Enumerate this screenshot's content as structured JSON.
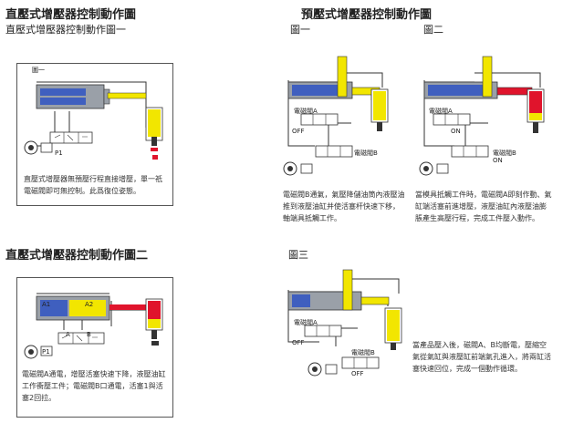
{
  "headings": {
    "left_top": "直壓式增壓器控制動作圖",
    "left_top_sub": "直壓式增壓器控制動作圖一",
    "left_bottom": "直壓式增壓器控制動作圖二",
    "right_top": "預壓式增壓器控制動作圖",
    "fig1": "圖一",
    "fig2": "圖二",
    "fig3": "圖三",
    "inner_fig1": "圖一"
  },
  "labels": {
    "p1": "P1",
    "p1b": "P1",
    "a1": "A1",
    "a2": "A2",
    "a": "A",
    "b": "B",
    "valve_a1": "電磁閥A",
    "valve_b1": "電磁閥B",
    "valve_a2": "電磁閥A",
    "valve_b2": "電磁閥B",
    "valve_a3": "電磁閥A",
    "valve_b3": "電磁閥B",
    "off1": "OFF",
    "off2": "OFF",
    "off3": "OFF",
    "on1": "ON",
    "on2": "ON"
  },
  "captions": {
    "c1": "直壓式增壓器無預壓行程直接增壓，單一祇電磁閥即可無控制。此爲復位姿態。",
    "c2": "電磁閥A通電，增壓活塞快速下降，液壓油缸工作衝壓工件；電磁閥B口通電，活塞1與活塞2回拉。",
    "c3": "電磁閥B通氣，氣壓降儲油筒內液壓油推到液壓油缸并使活塞杆快速下移，軸端具抵觸工作。",
    "c4": "當模具抵觸工件時，電磁閥A即刻作動、氣缸端活塞前進增壓，液壓油缸內液壓油膨脹產生高壓行程，完成工件壓入動作。",
    "c5": "當產品壓入後，磁閥A、B均斷電，壓縮空氣從氣缸與液壓缸前端氣孔進入，將兩缸活塞快速回位，完成一個動作循環。"
  },
  "colors": {
    "air": "#3f5fbf",
    "oil": "#f2e600",
    "high": "#e0142c",
    "steel": "#9aa0a8",
    "line": "#333333"
  },
  "icons": [
    "cylinder-icon",
    "valve-icon",
    "pump-icon",
    "pressure-gauge-icon"
  ]
}
